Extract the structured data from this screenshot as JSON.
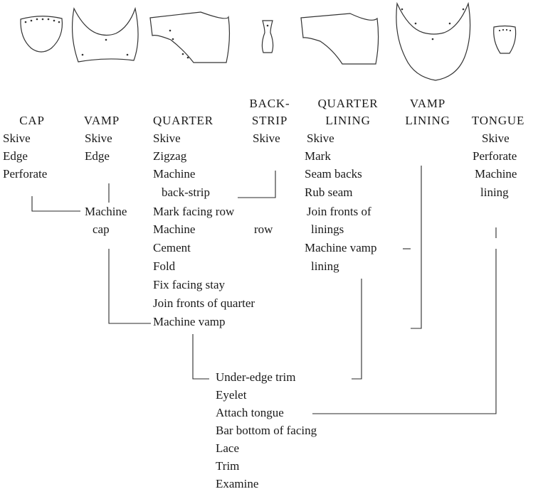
{
  "headers": {
    "cap": "CAP",
    "vamp": "VAMP",
    "quarter": "QUARTER",
    "backstrip": [
      "BACK-",
      "STRIP"
    ],
    "quarter_lining": [
      "QUARTER",
      "LINING"
    ],
    "vamp_lining": [
      "VAMP",
      "LINING"
    ],
    "tongue": "TONGUE"
  },
  "cap_ops": [
    "Skive",
    "Edge",
    "Perforate"
  ],
  "vamp_ops": [
    "Skive",
    "Edge"
  ],
  "machine_cap": [
    "Machine",
    "cap"
  ],
  "quarter_ops": [
    "Skive",
    "Zigzag",
    "Machine",
    "back-strip",
    "Mark facing row",
    "Machine",
    "row",
    "Cement",
    "Fold",
    "Fix facing stay",
    "Join fronts of quarter",
    "Machine vamp"
  ],
  "backstrip_ops": [
    "Skive"
  ],
  "quarter_lining_ops": [
    "Skive",
    "Mark",
    "Seam backs",
    "Rub seam",
    "Join fronts of",
    "linings",
    "Machine vamp",
    "lining"
  ],
  "tongue_ops": [
    "Skive",
    "Perforate",
    "Machine",
    "lining"
  ],
  "final_ops": [
    "Under-edge trim",
    "Eyelet",
    "Attach tongue",
    "Bar bottom of facing",
    "Lace",
    "Trim",
    "Examine"
  ]
}
